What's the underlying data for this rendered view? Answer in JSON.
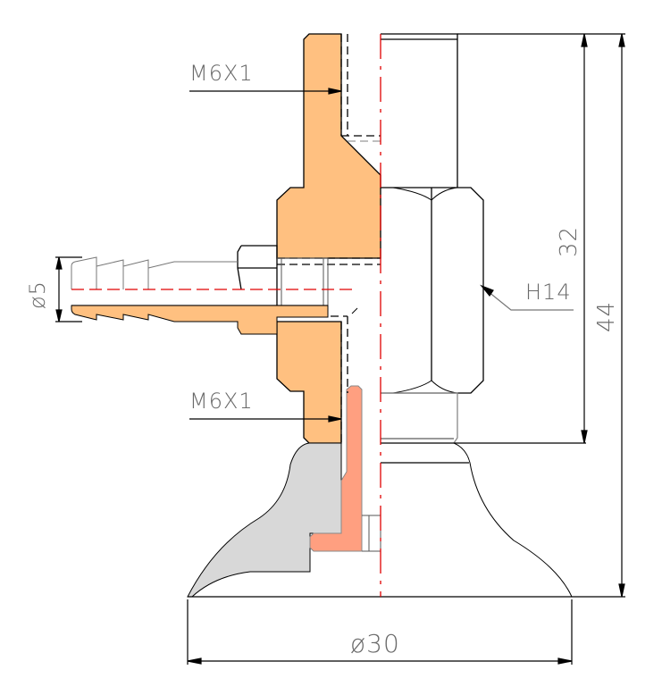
{
  "drawing": {
    "labels": {
      "thread_top": "M6X1",
      "thread_bottom": "M6X1",
      "hose_diameter": "ø5",
      "hex_size": "H14",
      "height_body": "32",
      "height_total": "44",
      "cup_diameter": "ø30"
    },
    "colors": {
      "body_fill": "#ffc080",
      "insert_fill": "#ff9f80",
      "cup_fill": "#d8d8d8",
      "centerline": "#e00000",
      "outline": "#000000",
      "text": "#6a6a6a"
    }
  }
}
